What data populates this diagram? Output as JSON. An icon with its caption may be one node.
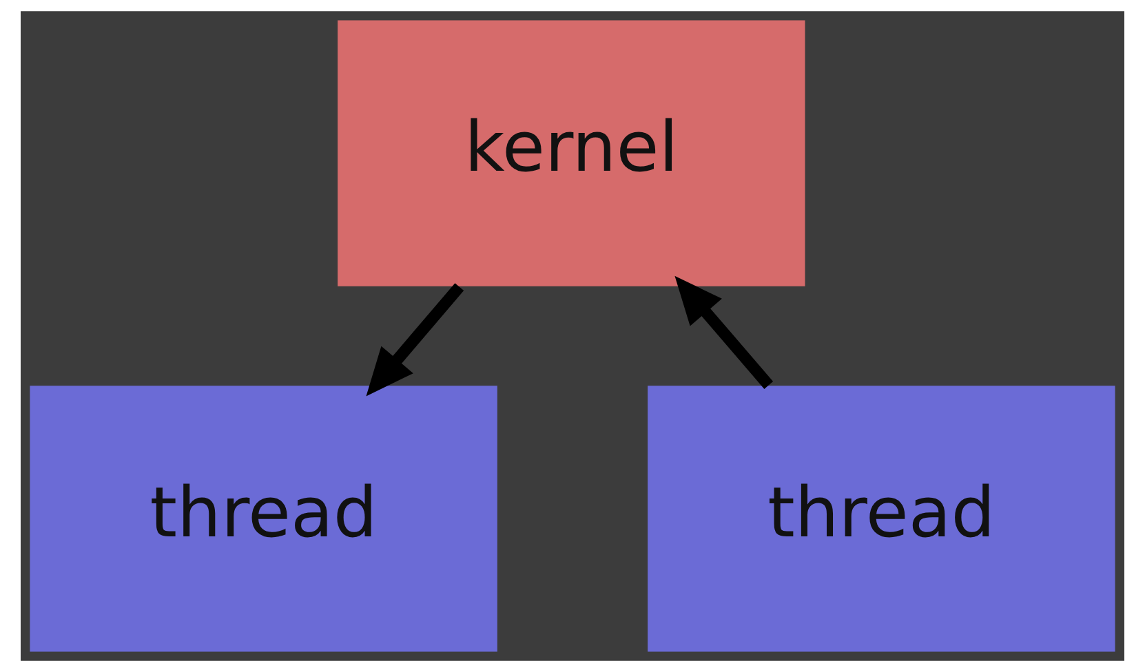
{
  "diagram": {
    "nodes": [
      {
        "text": [
          "kernel"
        ]
      },
      {
        "text": [
          "thread"
        ]
      },
      {
        "text": [
          "thread"
        ]
      }
    ],
    "edges": [
      {
        "from": 1,
        "to": 0,
        "arrow": "to"
      },
      {
        "from": 0,
        "to": 2,
        "arrow": "to"
      }
    ]
  }
}
